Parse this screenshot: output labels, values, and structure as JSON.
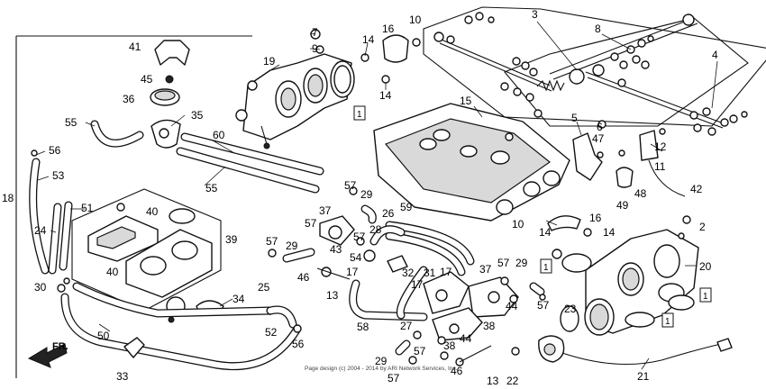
{
  "copyright": "Page design (c) 2004 - 2014 by ARI Network Services, Inc.",
  "direction_label": "FR.",
  "callouts": [
    "1",
    "2",
    "3",
    "4",
    "5",
    "6",
    "7",
    "8",
    "9",
    "10",
    "11",
    "12",
    "13",
    "14",
    "15",
    "16",
    "17",
    "18",
    "19",
    "20",
    "21",
    "22",
    "23",
    "24",
    "25",
    "26",
    "27",
    "28",
    "29",
    "30",
    "31",
    "32",
    "33",
    "34",
    "35",
    "36",
    "37",
    "38",
    "39",
    "40",
    "41",
    "42",
    "43",
    "44",
    "45",
    "46",
    "47",
    "48",
    "49",
    "50",
    "51",
    "52",
    "53",
    "54",
    "55",
    "56",
    "57",
    "58",
    "59",
    "60"
  ],
  "labels": {
    "c7": "7",
    "c9": "9",
    "c10a": "10",
    "c14a": "14",
    "c16a": "16",
    "c14b": "14",
    "c3": "3",
    "c8": "8",
    "c4": "4",
    "c19": "19",
    "c41": "41",
    "c45": "45",
    "c36": "36",
    "c35": "35",
    "c55a": "55",
    "c60": "60",
    "c55b": "55",
    "c56a": "56",
    "c53": "53",
    "c18": "18",
    "c24": "24",
    "c51": "51",
    "c40a": "40",
    "c40b": "40",
    "c39": "39",
    "c30": "30",
    "c50": "50",
    "c33": "33",
    "c34": "34",
    "c25": "25",
    "c52": "52",
    "c56b": "56",
    "c15": "15",
    "c5": "5",
    "c47": "47",
    "c6": "6",
    "c12": "12",
    "c11": "11",
    "c42": "42",
    "c48": "48",
    "c49": "49",
    "c16b": "16",
    "c10b": "10",
    "c14c": "14",
    "c2": "2",
    "c20": "20",
    "c57a": "57",
    "c29a": "29",
    "c37a": "37",
    "c57b": "57",
    "c26": "26",
    "c59": "59",
    "c57c": "57",
    "c29b": "29",
    "c28": "28",
    "c43": "43",
    "c57d": "57",
    "c54": "54",
    "c46a": "46",
    "c13a": "13",
    "c17a": "17",
    "c32": "32",
    "c31": "31",
    "c17b": "17",
    "c17c": "17",
    "c37b": "37",
    "c57e": "57",
    "c29c": "29",
    "c44a": "44",
    "c57f": "57",
    "c58": "58",
    "c27": "27",
    "c57g": "57",
    "c38a": "38",
    "c44b": "44",
    "c38b": "38",
    "c29d": "29",
    "c57h": "57",
    "c46b": "46",
    "c13b": "13",
    "c22": "22",
    "c23": "23",
    "c21": "21",
    "b1a": "1",
    "b1b": "1",
    "b1c": "1",
    "b1d": "1"
  }
}
